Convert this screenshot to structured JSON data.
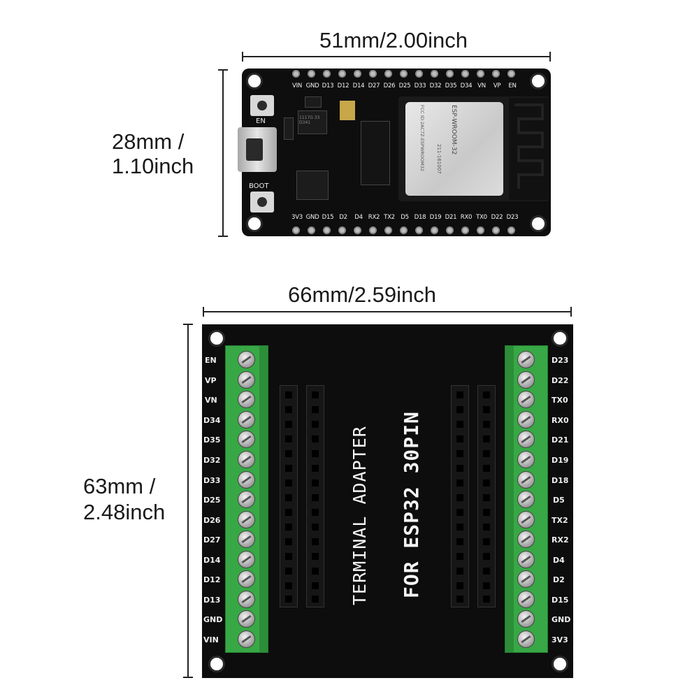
{
  "dimensions": {
    "esp32_width": "51mm/2.00inch",
    "esp32_height_line1": "28mm /",
    "esp32_height_line2": "1.10inch",
    "adapter_width": "66mm/2.59inch",
    "adapter_height_line1": "63mm /",
    "adapter_height_line2": "2.48inch"
  },
  "esp32": {
    "top_pins": [
      "VIN",
      "GND",
      "D13",
      "D12",
      "D14",
      "D27",
      "D26",
      "D25",
      "D33",
      "D32",
      "D35",
      "D34",
      "VN",
      "VP",
      "EN"
    ],
    "bottom_pins": [
      "3V3",
      "GND",
      "D15",
      "D2",
      "D4",
      "RX2",
      "TX2",
      "D5",
      "D18",
      "D19",
      "D21",
      "RX0",
      "TX0",
      "D22",
      "D23"
    ],
    "button_en_label": "EN",
    "button_boot_label": "BOOT",
    "module_text": "ESP-WROOM-32",
    "fcc_text": "FCC ID:2AC7Z-ESPWROOM32",
    "ic_text": "211-161007",
    "regulator_text": "1117G 33 D341"
  },
  "adapter": {
    "left_labels": [
      "EN",
      "VP",
      "VN",
      "D34",
      "D35",
      "D32",
      "D33",
      "D25",
      "D26",
      "D27",
      "D14",
      "D12",
      "D13",
      "GND",
      "VIN"
    ],
    "right_labels": [
      "D23",
      "D22",
      "TX0",
      "RX0",
      "D21",
      "D19",
      "D18",
      "D5",
      "TX2",
      "RX2",
      "D4",
      "D2",
      "D15",
      "GND",
      "3V3"
    ],
    "text_line1": "TERMINAL ADAPTER",
    "text_line2": "FOR ESP32 30PIN"
  },
  "colors": {
    "pcb": "#0d0d0d",
    "terminal_block": "#37a845",
    "silkscreen": "#f0f0f0"
  }
}
